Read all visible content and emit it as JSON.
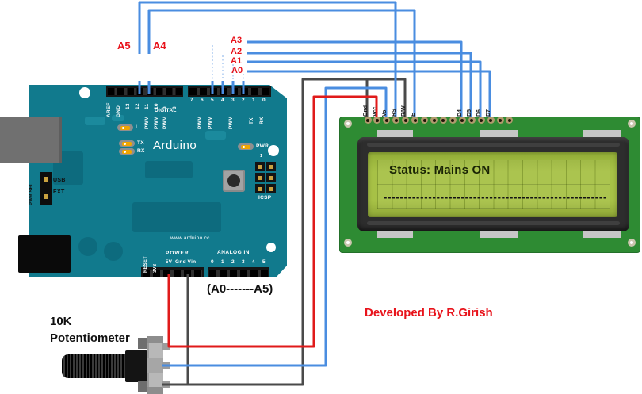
{
  "colors": {
    "wire_blue": "#4a8de0",
    "wire_red": "#e01a1a",
    "wire_dark": "#4a4a4a",
    "label_red": "#e8131b",
    "board_teal": "#117a8d",
    "board_dark": "#0d6b7e",
    "board_light": "#1b8a9d",
    "lcd_pcb": "#2e8b33",
    "lcd_bezel": "#2d2d2d",
    "lcd_screen": "#a7c146",
    "lcd_text": "#1a2405",
    "pad_tan": "#b09a6d",
    "led_amber": "#f0a500"
  },
  "wire_labels": {
    "a5": "A5",
    "a4": "A4",
    "a3": "A3",
    "a2": "A2",
    "a1": "A1",
    "a0": "A0"
  },
  "annotations": {
    "pot_value": "10K",
    "pot_name": "Potentiometer",
    "analog_range": "(A0-------A5)",
    "credit": "Developed By R.Girish"
  },
  "arduino": {
    "brand": "Arduino",
    "website": "www.arduino.cc",
    "top_labels": {
      "aref": "AREF",
      "gnd": "GND",
      "digital": "DIGITAL",
      "pwm": "PWM",
      "tx": "TX",
      "rx": "RX"
    },
    "digital_left": [
      "13",
      "12",
      "11",
      "10",
      "9",
      "8"
    ],
    "digital_right": [
      "7",
      "6",
      "5",
      "4",
      "3",
      "2",
      "1",
      "0"
    ],
    "leds": {
      "l": "L",
      "tx": "TX",
      "rx": "RX",
      "pwr": "PWR"
    },
    "power_select": {
      "label": "PWR SEL",
      "usb": "USB",
      "ext": "EXT"
    },
    "icsp": {
      "label": "ICSP",
      "pin1": "1"
    },
    "bottom_labels": {
      "reset": "RESET",
      "v33": "3V3",
      "v5": "5V",
      "gnd": "Gnd",
      "vin": "Vin",
      "power": "POWER",
      "analog_in": "ANALOG IN"
    },
    "analog_pins": [
      "0",
      "1",
      "2",
      "3",
      "4",
      "5"
    ]
  },
  "lcd": {
    "line1": "Status: Mains ON",
    "line2": "----------------------------------------------------------------",
    "pin_labels": [
      "Gnd",
      "Vcc",
      "Vo",
      "RS",
      "R/W",
      "E",
      "D4",
      "D5",
      "D6",
      "D7"
    ],
    "pin_count": 16
  }
}
